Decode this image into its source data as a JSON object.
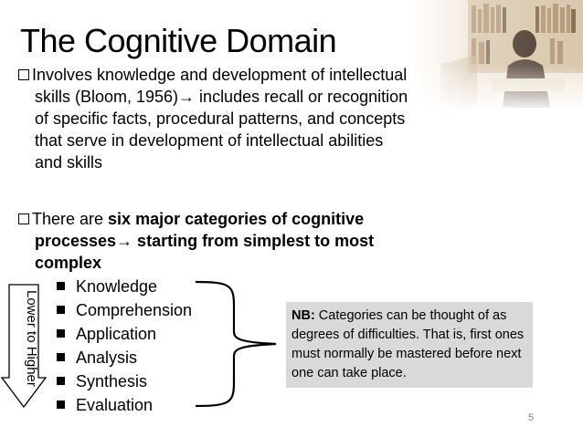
{
  "slide": {
    "title": "The Cognitive Domain",
    "bullet1": {
      "line1": "Involves knowledge and development of intellectual",
      "line2": "skills (Bloom, 1956)→ includes recall or recognition",
      "line3": "of specific facts, procedural patterns, and concepts",
      "line4": "that serve in development of intellectual abilities",
      "line5": "and skills"
    },
    "bullet2": {
      "prefix": "There are ",
      "bold_line1": "six major categories of cognitive",
      "bold_line2": "processes→ starting from simplest to most",
      "bold_line3": "complex"
    },
    "categories": [
      "Knowledge",
      "Comprehension",
      "Application",
      "Analysis",
      "Synthesis",
      "Evaluation"
    ],
    "arrow_label": "Lower to Higher",
    "nb_box": {
      "label": "NB:",
      "text": " Categories can be thought of as degrees of difficulties. That is, first ones must normally be mastered before next one can take place."
    },
    "page_number": "5"
  }
}
